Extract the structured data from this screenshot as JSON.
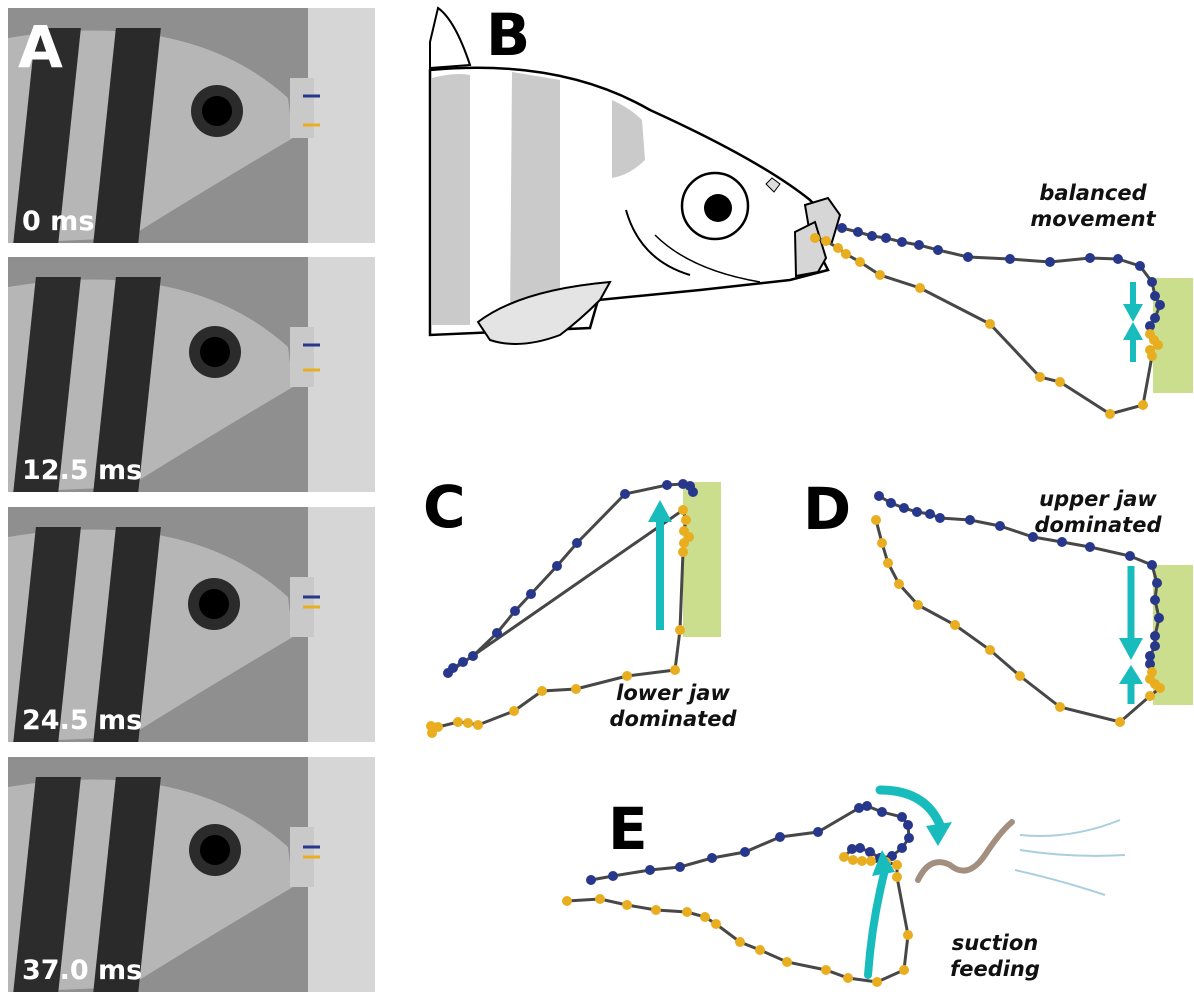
{
  "panels": {
    "a": {
      "letter": "A",
      "frames": [
        "0 ms",
        "12.5 ms",
        "24.5 ms",
        "37.0 ms"
      ]
    },
    "b": {
      "letter": "B",
      "label_line1": "balanced",
      "label_line2": "movement"
    },
    "c": {
      "letter": "C",
      "label_line1": "lower jaw",
      "label_line2": "dominated"
    },
    "d": {
      "letter": "D",
      "label_line1": "upper jaw",
      "label_line2": "dominated"
    },
    "e": {
      "letter": "E",
      "label_line1": "suction",
      "label_line2": "feeding"
    }
  },
  "colors": {
    "upper_jaw_points": "#27378b",
    "lower_jaw_points": "#e9ae20",
    "outline": "#474747",
    "movement_arrow": "#19bcbd",
    "target_surface": "#cbde8d",
    "fish_stripe": "#cacaca",
    "water_flow": "#a9cfdf",
    "prey_worm": "#a28f80"
  },
  "icons": {
    "movement_arrow": "arrow-icon",
    "rotation_arrow": "curved-arrow-icon",
    "prey": "worm-icon"
  }
}
